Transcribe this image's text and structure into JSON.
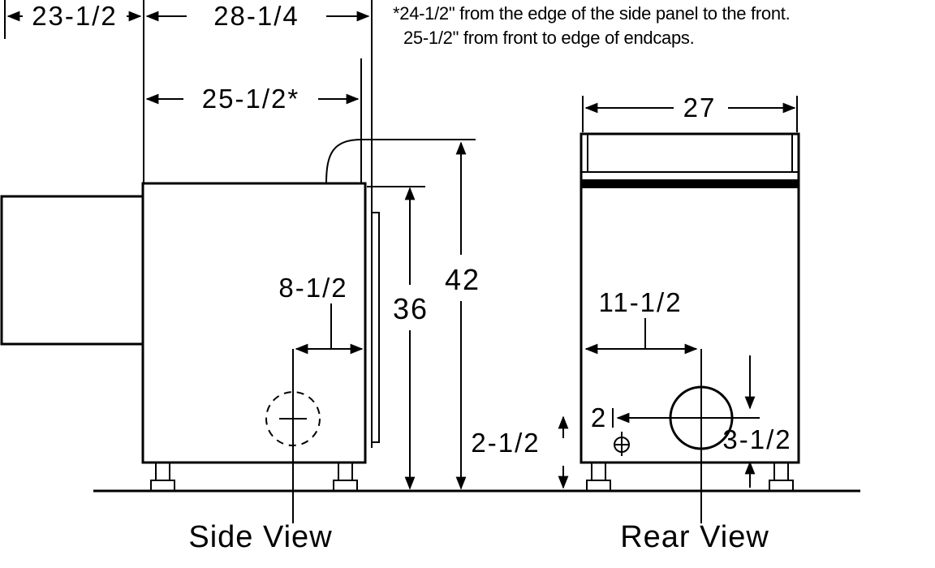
{
  "notes": {
    "line1": "*24-1/2\" from the edge of the side panel to the front.",
    "line2": "25-1/2\" from front to edge of endcaps."
  },
  "dimensions": {
    "top_left": "23-1/2",
    "top_width": "28-1/4",
    "front_width": "25-1/2*",
    "side_circle_offset": "8-1/2",
    "body_height": "36",
    "total_height": "42",
    "rear_width": "27",
    "rear_circle_offset": "11-1/2",
    "gas_offset": "2",
    "gas_height": "2-1/2",
    "circle_height": "3-1/2"
  },
  "captions": {
    "side_view": "Side View",
    "rear_view": "Rear View"
  },
  "colors": {
    "line": "#000000",
    "background": "#ffffff"
  }
}
